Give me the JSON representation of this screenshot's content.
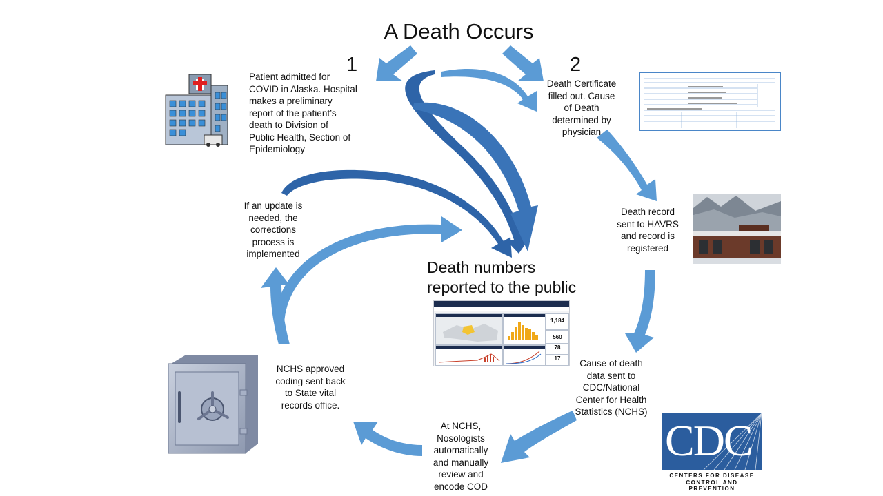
{
  "title": "A Death Occurs",
  "step_numbers": [
    "1",
    "2"
  ],
  "center_title": [
    "Death numbers",
    "reported to the public"
  ],
  "nodes": {
    "hospital_report": [
      "Patient admitted for",
      "COVID in Alaska. Hospital",
      "makes a preliminary",
      "report  of the patient’s",
      "death to Division of",
      "Public Health, Section of",
      "Epidemiology"
    ],
    "death_certificate": [
      "Death Certificate",
      "filled out.  Cause",
      "of Death",
      "determined by",
      "physician"
    ],
    "havrs": [
      "Death record",
      "sent to HAVRS",
      "and record is",
      "registered"
    ],
    "cdc_nchs": [
      "Cause of death",
      "data sent to",
      "CDC/National",
      "Center for Health",
      "Statistics (NCHS)"
    ],
    "nosologists": [
      "At NCHS,",
      "Nosologists",
      "automatically",
      "and manually",
      "review and",
      "encode COD"
    ],
    "nchs_coding": [
      "NCHS approved",
      "coding sent back",
      "to State vital",
      "records office."
    ],
    "corrections": [
      "If an update is",
      "needed, the",
      "corrections",
      "process is",
      "implemented"
    ]
  },
  "dashboard": {
    "stats": [
      "1,184",
      "560",
      "78",
      "17"
    ]
  },
  "cdc_logo": {
    "letters": "CDC",
    "line1": "CENTERS FOR DISEASE",
    "line2": "CONTROL AND PREVENTION"
  },
  "colors": {
    "arrow_light": "#5b9bd5",
    "arrow_dark": "#2e64a8",
    "dashboard_header": "#1c2d4f",
    "cdc_blue": "#2b5d9e"
  }
}
